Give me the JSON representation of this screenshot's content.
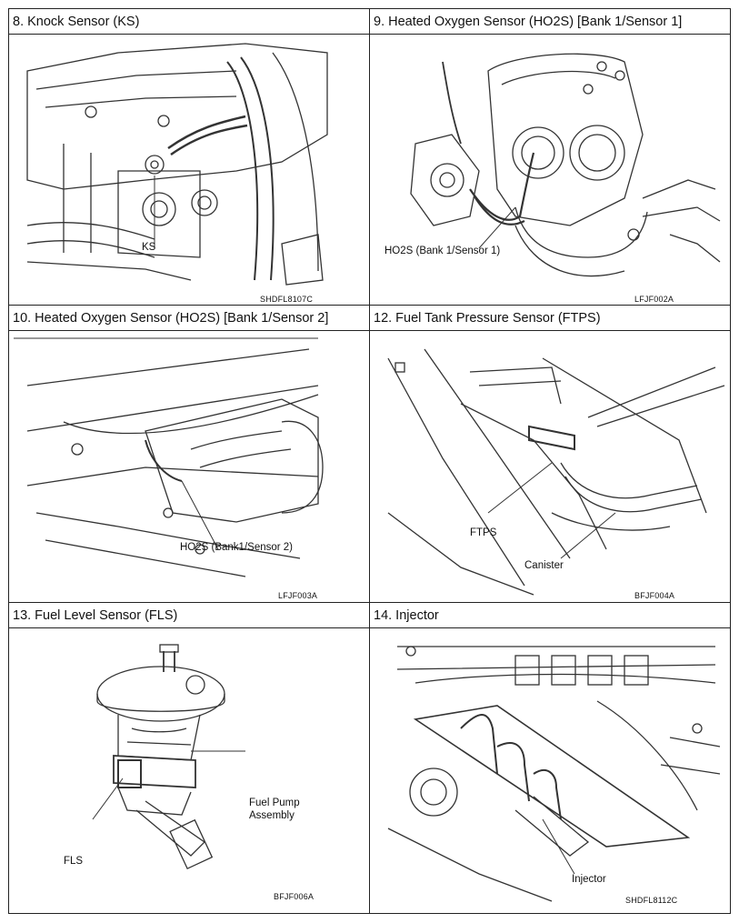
{
  "panels": [
    {
      "title": "8. Knock Sensor (KS)",
      "code": "SHDFL8107C",
      "labels": [
        "KS"
      ]
    },
    {
      "title": "9. Heated Oxygen Sensor (HO2S) [Bank 1/Sensor 1]",
      "code": "LFJF002A",
      "labels": [
        "HO2S (Bank 1/Sensor 1)"
      ]
    },
    {
      "title": "10. Heated Oxygen Sensor (HO2S) [Bank 1/Sensor 2]",
      "code": "LFJF003A",
      "labels": [
        "HO2S (Bank1/Sensor 2)"
      ]
    },
    {
      "title": "12. Fuel Tank Pressure Sensor (FTPS)",
      "code": "BFJF004A",
      "labels": [
        "FTPS",
        "Canister"
      ]
    },
    {
      "title": "13. Fuel Level Sensor (FLS)",
      "code": "BFJF006A",
      "labels": [
        "Fuel Pump",
        "Assembly",
        "FLS"
      ]
    },
    {
      "title": "14. Injector",
      "code": "SHDFL8112C",
      "labels": [
        "Injector"
      ]
    }
  ]
}
